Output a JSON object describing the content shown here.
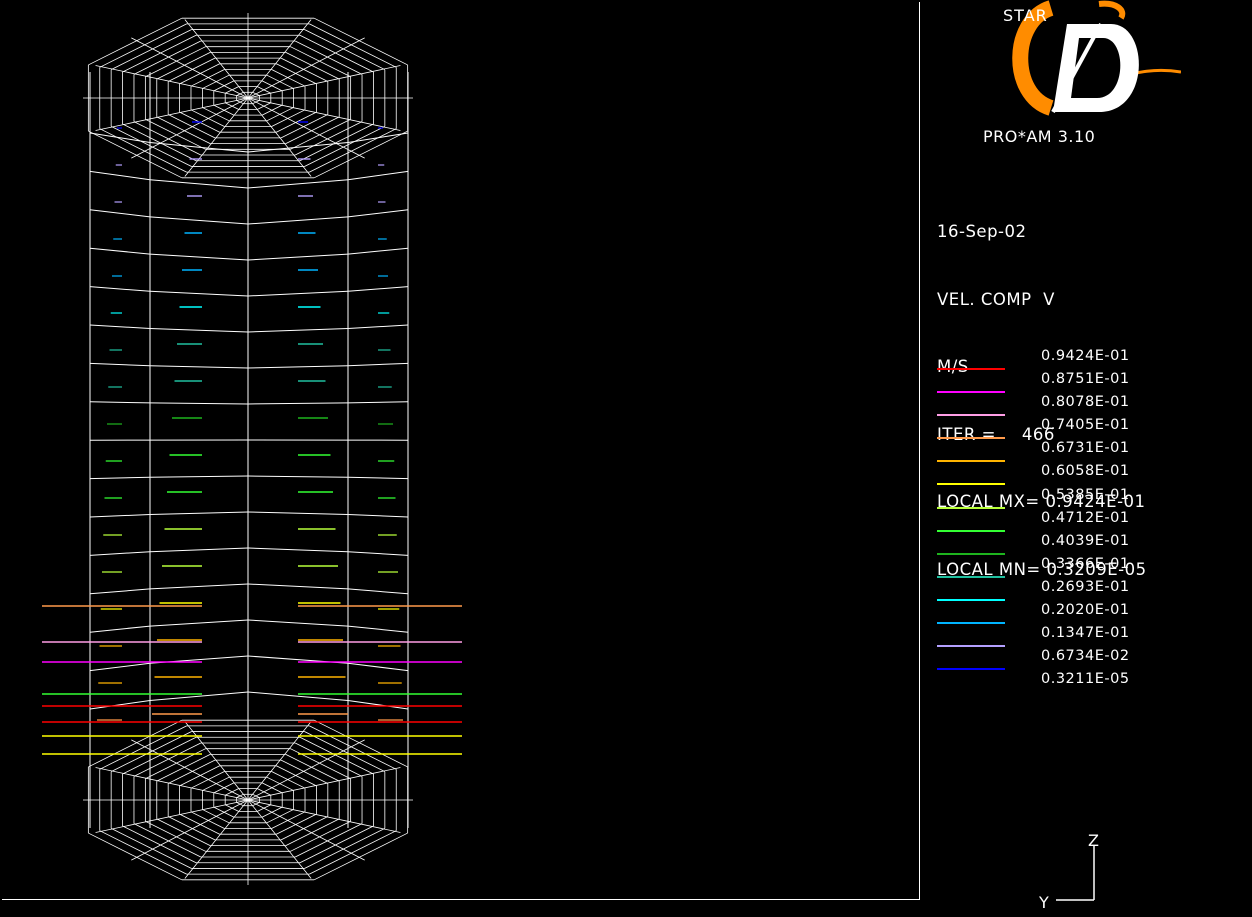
{
  "app": {
    "logo_text": "STAR",
    "version": "PRO*AM 3.10"
  },
  "info": {
    "date": "16-Sep-02",
    "variable": "VEL. COMP  V",
    "units": "M/S",
    "iter_label": "ITER =",
    "iter_value": "466",
    "local_max": "LOCAL MX= 0.9424E-01",
    "local_min": "LOCAL MN= 0.3209E-05"
  },
  "legend": [
    {
      "value": "0.9424E-01",
      "color": "#ff0000"
    },
    {
      "value": "0.8751E-01",
      "color": "#ff00ff"
    },
    {
      "value": "0.8078E-01",
      "color": "#ff9ee6"
    },
    {
      "value": "0.7405E-01",
      "color": "#ff9a4a"
    },
    {
      "value": "0.6731E-01",
      "color": "#ffb400"
    },
    {
      "value": "0.6058E-01",
      "color": "#ffff00"
    },
    {
      "value": "0.5385E-01",
      "color": "#b8ff3a"
    },
    {
      "value": "0.4712E-01",
      "color": "#33ff33"
    },
    {
      "value": "0.4039E-01",
      "color": "#1eb41e"
    },
    {
      "value": "0.3366E-01",
      "color": "#20c0a0"
    },
    {
      "value": "0.2693E-01",
      "color": "#00ffff"
    },
    {
      "value": "0.2020E-01",
      "color": "#00b4ff"
    },
    {
      "value": "0.1347E-01",
      "color": "#b4a0ff"
    },
    {
      "value": "0.6734E-02",
      "color": "#0000ff"
    },
    {
      "value": "0.3211E-05",
      "color": ""
    }
  ],
  "axes": {
    "z_label": "Z",
    "y_label": "Y"
  },
  "colors": {
    "mesh": "#ffffff",
    "logo_orange": "#ff8c00",
    "background": "#000000"
  }
}
